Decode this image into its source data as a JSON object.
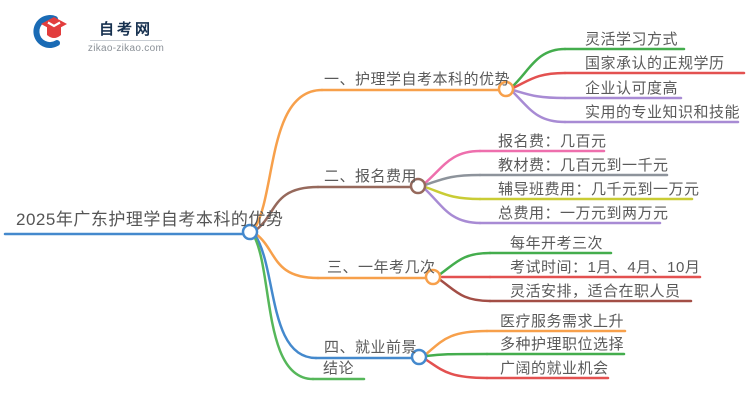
{
  "logo": {
    "site_name": "自考网",
    "site_url": "zikao-zikao.com"
  },
  "palette": {
    "blue": "#4489cd",
    "orange": "#f7a04b",
    "brown": "#96695c",
    "green": "#44ad4d",
    "bright_green": "#56b75a",
    "red": "#e35150",
    "dark_red": "#a34e46",
    "purple": "#a88bd4",
    "pink": "#ee6fad",
    "gray": "#8d939b",
    "olive": "#c9cc35",
    "white": "#ffffff",
    "logo_navy": "#16304f",
    "logo_red": "#e23d3d",
    "logo_blue": "#1a6bb5"
  },
  "mindmap": {
    "root": {
      "label": "2025年广东护理学自考本科的优势"
    },
    "branches": [
      {
        "label": "一、护理学自考本科的优势",
        "children": [
          "灵活学习方式",
          "国家承认的正规学历",
          "企业认可度高",
          "实用的专业知识和技能"
        ]
      },
      {
        "label": "二、报名费用",
        "children": [
          "报名费：几百元",
          "教材费：几百元到一千元",
          "辅导班费用：几千元到一万元",
          "总费用：一万元到两万元"
        ]
      },
      {
        "label": "三、一年考几次",
        "children": [
          "每年开考三次",
          "考试时间：1月、4月、10月",
          "灵活安排，适合在职人员"
        ]
      },
      {
        "label": "四、就业前景",
        "children": [
          "医疗服务需求上升",
          "多种护理职位选择",
          "广阔的就业机会"
        ]
      },
      {
        "label": "结论",
        "children": []
      }
    ]
  }
}
